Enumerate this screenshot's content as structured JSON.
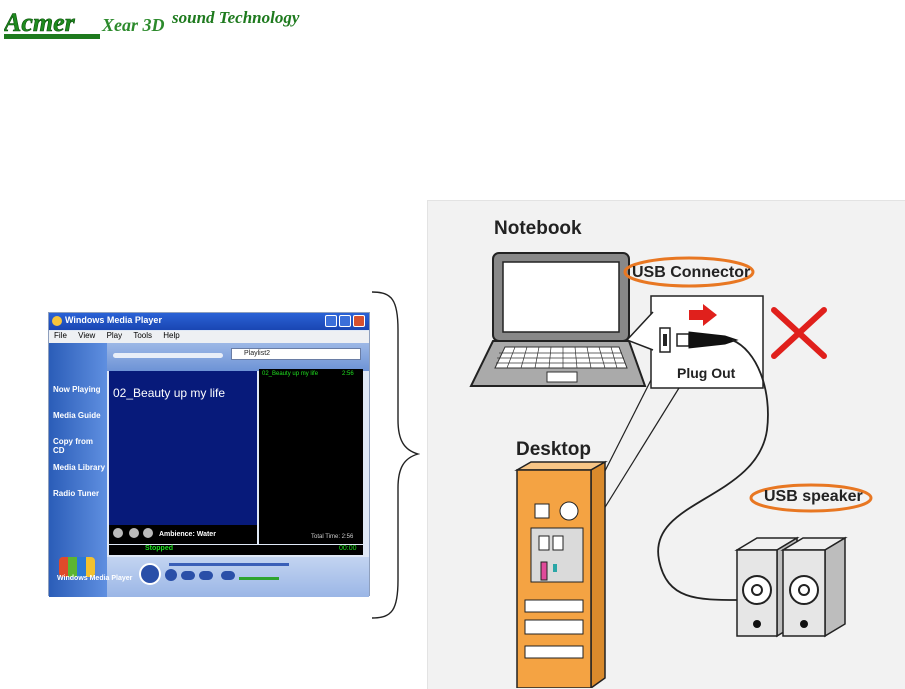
{
  "logo": {
    "brand_text": "Acmer",
    "product_text": "Xear 3D",
    "tagline": "sound Technology"
  },
  "media_player": {
    "window_title": "Windows Media Player",
    "menu": [
      "File",
      "View",
      "Play",
      "Tools",
      "Help"
    ],
    "taskbar": [
      "Now Playing",
      "Media Guide",
      "Copy from CD",
      "Media Library",
      "Radio Tuner"
    ],
    "playlist_selector": "Playlist2",
    "current_song": "02_Beauty up my life",
    "playlist_item": "02_Beauty up my life",
    "playlist_item_time": "2:56",
    "total_time": "Total Time: 2:56",
    "visualization": "Ambience: Water",
    "status": "Stopped",
    "position": "00:00",
    "brand": "Windows Media Player"
  },
  "diagram": {
    "notebook_label": "Notebook",
    "usb_connector_label": "USB Connector",
    "plug_out_label": "Plug Out",
    "desktop_label": "Desktop",
    "usb_speaker_label": "USB speaker",
    "colors": {
      "highlight_ellipse": "#e87722",
      "cross": "#e0201c",
      "arrow": "#e0201c",
      "desktop_case": "#f4a343"
    }
  }
}
